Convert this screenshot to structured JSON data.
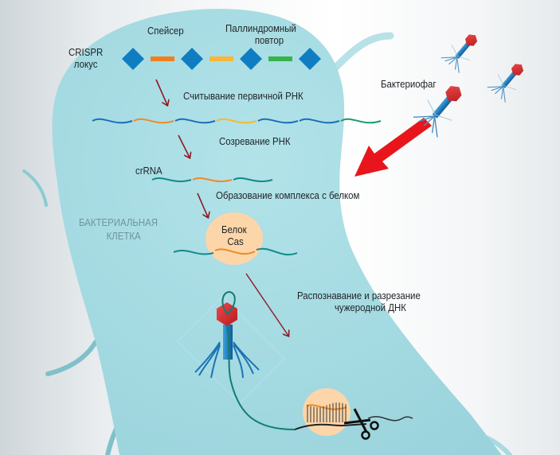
{
  "title": "CRISPR mechanism diagram",
  "labels": {
    "crispr_locus": [
      "CRISPR",
      "локус"
    ],
    "spacer": "Спейсер",
    "palindromic_repeat": [
      "Паллиндромный",
      "повтор"
    ],
    "transcription": "Считывание первичной РНК",
    "maturation": "Созревание РНК",
    "crrna": "crRNA",
    "complex_formation": "Образование комплекса с белком",
    "bacterial_cell": [
      "БАКТЕРИАЛЬНАЯ",
      "КЛЕТКА"
    ],
    "cas_protein": [
      "Белок",
      "Cas"
    ],
    "recognition": [
      "Распознавание и разрезание",
      "чужеродной ДНК"
    ],
    "bacteriophage": "Бактериофаг"
  },
  "crispr_locus": {
    "elements": [
      "repeat",
      "spacer",
      "repeat",
      "spacer",
      "repeat",
      "spacer",
      "repeat"
    ],
    "spacer_colors": [
      "#f07f1d",
      "#f9b637",
      "#37b34a"
    ],
    "repeat_color": "#0f7dc2"
  },
  "primary_rna_segments": [
    "#1a6fb8",
    "#f08a25",
    "#1a6fb8",
    "#f7b932",
    "#1a6fb8",
    "#1a6fb8",
    "#1a9a6a"
  ],
  "crrna_segments": [
    "#13898a",
    "#f08a25",
    "#13898a"
  ],
  "colors": {
    "cell": "#a6dde4",
    "cell_edge": "#8fcdd6",
    "arrow": "#8e1a22",
    "big_arrow": "#e8161c",
    "cas_bubble": "#fcd6a9",
    "phage_head": "#d42a2d",
    "phage_tail": "#1c73b4",
    "viral_dna": "#127d72",
    "text": "#1e2326"
  },
  "steps": [
    "Считывание первичной РНК",
    "Созревание РНК",
    "Образование комплекса с белком",
    "Распознавание и разрезание чужеродной ДНК"
  ]
}
